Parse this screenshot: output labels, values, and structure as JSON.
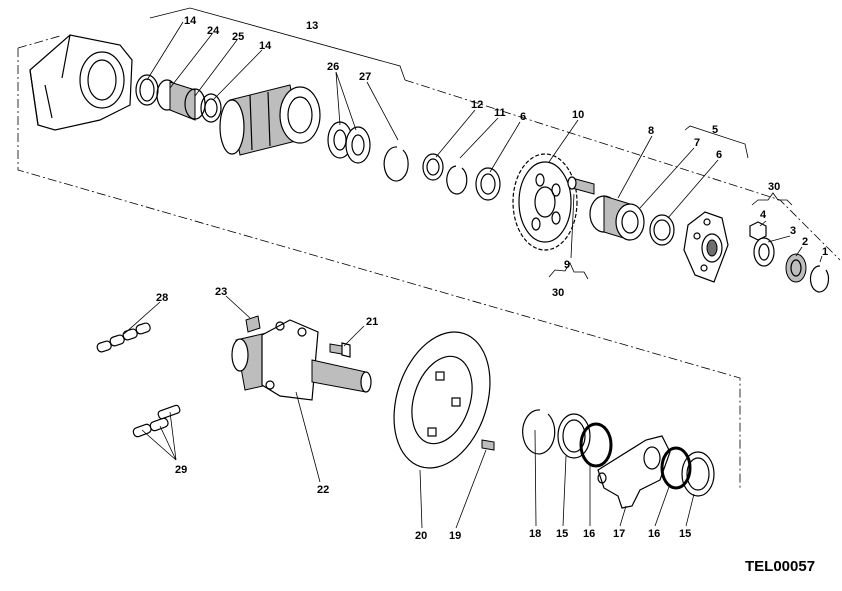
{
  "diagram": {
    "reference_code": "TEL00057",
    "callouts": [
      {
        "id": "c14a",
        "text": "14"
      },
      {
        "id": "c24",
        "text": "24"
      },
      {
        "id": "c25",
        "text": "25"
      },
      {
        "id": "c14b",
        "text": "14"
      },
      {
        "id": "c13",
        "text": "13"
      },
      {
        "id": "c26",
        "text": "26"
      },
      {
        "id": "c27",
        "text": "27"
      },
      {
        "id": "c12",
        "text": "12"
      },
      {
        "id": "c11",
        "text": "11"
      },
      {
        "id": "c6a",
        "text": "6"
      },
      {
        "id": "c10",
        "text": "10"
      },
      {
        "id": "c8",
        "text": "8"
      },
      {
        "id": "c5",
        "text": "5"
      },
      {
        "id": "c7",
        "text": "7"
      },
      {
        "id": "c6b",
        "text": "6"
      },
      {
        "id": "c30a",
        "text": "30"
      },
      {
        "id": "c4",
        "text": "4"
      },
      {
        "id": "c3",
        "text": "3"
      },
      {
        "id": "c2",
        "text": "2"
      },
      {
        "id": "c1",
        "text": "1"
      },
      {
        "id": "c9",
        "text": "9"
      },
      {
        "id": "c30b",
        "text": "30"
      },
      {
        "id": "c28",
        "text": "28"
      },
      {
        "id": "c23",
        "text": "23"
      },
      {
        "id": "c21",
        "text": "21"
      },
      {
        "id": "c29",
        "text": "29"
      },
      {
        "id": "c22",
        "text": "22"
      },
      {
        "id": "c20",
        "text": "20"
      },
      {
        "id": "c19",
        "text": "19"
      },
      {
        "id": "c18",
        "text": "18"
      },
      {
        "id": "c15a",
        "text": "15"
      },
      {
        "id": "c16a",
        "text": "16"
      },
      {
        "id": "c17",
        "text": "17"
      },
      {
        "id": "c16b",
        "text": "16"
      },
      {
        "id": "c15b",
        "text": "15"
      }
    ]
  }
}
